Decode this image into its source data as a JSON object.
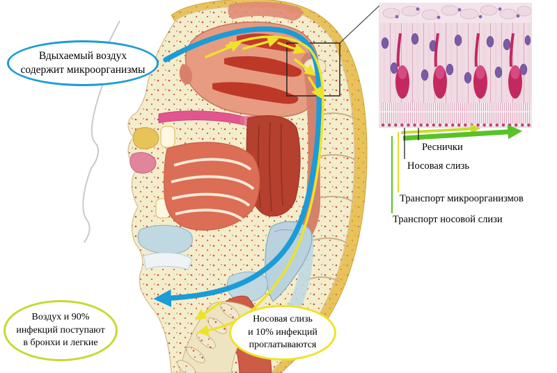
{
  "callouts": {
    "inhaled": {
      "line1": "Вдыхаемый воздух",
      "line2": "содержит микроорганизмы"
    },
    "bronchi": {
      "line1": "Воздух и 90%",
      "line2": "инфекций поступают",
      "line3": "в бронхи и легкие"
    },
    "swallowed": {
      "line1": "Носовая слизь",
      "line2": "и 10% инфекций",
      "line3": "проглатываются"
    }
  },
  "inset": {
    "labels": {
      "cilia": "Реснички",
      "nasal_mucus": "Носовая слизь",
      "microbe_transport": "Транспорт микроорганизмов",
      "mucus_transport": "Транспорт носовой слизи"
    }
  },
  "colors": {
    "inhaled_air_arrow": "#1B9CD6",
    "microbe_transport_arrow": "#EDE32A",
    "mucus_transport_arrow": "#58C226",
    "inhaled_callout_border": "#1B9CD6",
    "bronchi_callout_border": "#C6D92E",
    "swallowed_callout_border": "#EDE32A"
  }
}
